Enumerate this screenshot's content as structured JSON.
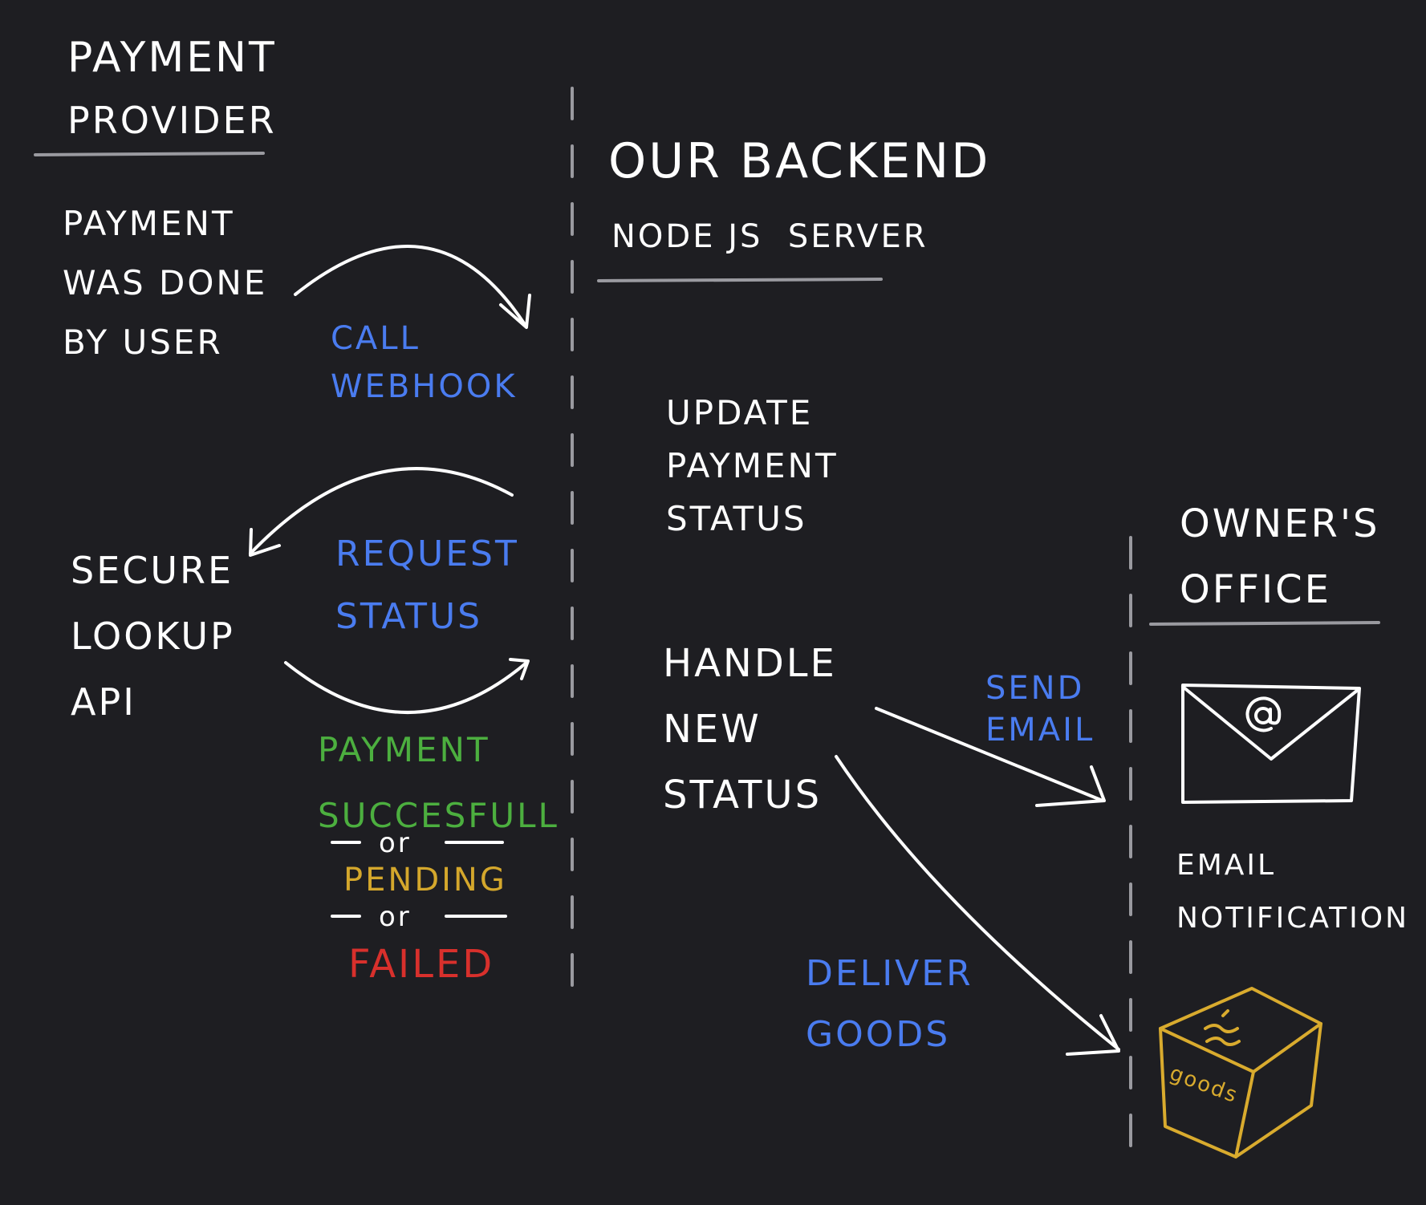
{
  "colors": {
    "background": "#1e1e22",
    "text": "#ffffff",
    "divider": "#9a9aa0",
    "blue": "#4a7cf0",
    "green": "#4caf3f",
    "yellow": "#d4a72c",
    "red": "#d8302c",
    "goods": "#d9ab2e"
  },
  "icons": [
    "arrow-icon",
    "envelope-icon",
    "at-sign-icon",
    "box-icon"
  ],
  "columns": {
    "provider": {
      "title": "Payment",
      "title_line2": "Provider",
      "event": "Payment\nwas done\nby user",
      "api": "Secure\nLookup\nAPI"
    },
    "backend": {
      "title": "Our Backend",
      "subtitle": "Node JS  Server",
      "update": "Update\nPayment\nStatus",
      "handle": "Handle\nNew\nStatus"
    },
    "office": {
      "title": "Owner's\nOffice",
      "email_label": "Email\nNotification",
      "box_label": "goods"
    }
  },
  "flows": {
    "call_webhook": "Call\nWebhook",
    "request_status": "Request\nStatus",
    "result_success": "Payment\nSuccesfull",
    "or_1": "or",
    "result_pending": "Pending",
    "or_2": "or",
    "result_failed": "Failed",
    "send_email": "Send\nEmail",
    "deliver_goods": "Deliver\nGoods"
  }
}
